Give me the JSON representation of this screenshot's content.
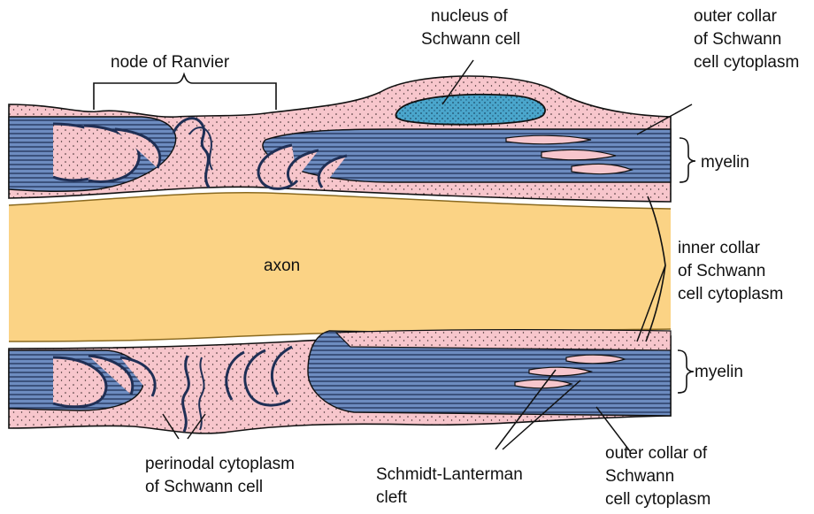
{
  "labels": {
    "node_of_ranvier": "node of Ranvier",
    "nucleus": [
      "nucleus of",
      "Schwann cell"
    ],
    "outer_collar_top": [
      "outer collar",
      "of Schwann",
      "cell cytoplasm"
    ],
    "myelin_top": "myelin",
    "inner_collar": [
      "inner collar",
      "of Schwann",
      "cell cytoplasm"
    ],
    "axon": "axon",
    "myelin_bottom": "myelin",
    "perinodal": [
      "perinodal cytoplasm",
      "of Schwann cell"
    ],
    "schmidt_lanterman": [
      "Schmidt-Lanterman",
      "cleft"
    ],
    "outer_collar_bottom": [
      "outer collar of",
      "Schwann",
      "cell cytoplasm"
    ]
  },
  "colors": {
    "axon": "#fbd385",
    "cytoplasm": "#f7c6cc",
    "myelin": "#5a7bb2",
    "myelin_line": "#1f2f55",
    "nucleus": "#4aa6cc",
    "outline": "#111111"
  }
}
